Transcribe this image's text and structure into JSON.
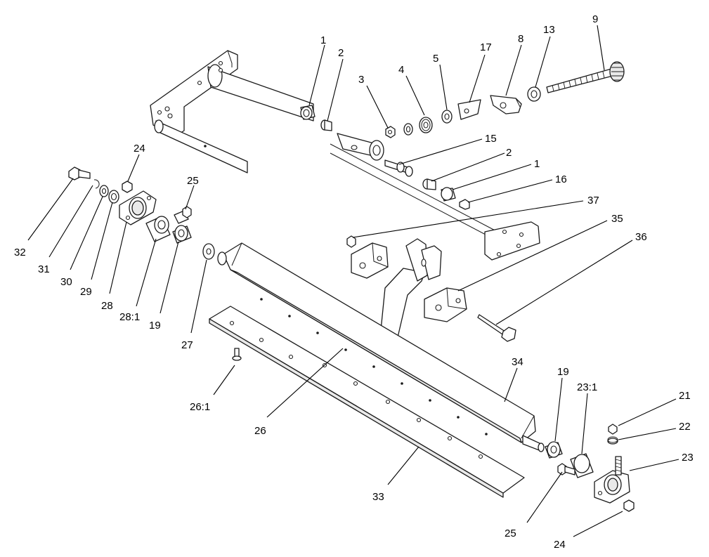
{
  "callouts": [
    {
      "id": "c1a",
      "label": "1"
    },
    {
      "id": "c2a",
      "label": "2"
    },
    {
      "id": "c3",
      "label": "3"
    },
    {
      "id": "c4",
      "label": "4"
    },
    {
      "id": "c5",
      "label": "5"
    },
    {
      "id": "c17",
      "label": "17"
    },
    {
      "id": "c8",
      "label": "8"
    },
    {
      "id": "c13",
      "label": "13"
    },
    {
      "id": "c9",
      "label": "9"
    },
    {
      "id": "c24a",
      "label": "24"
    },
    {
      "id": "c15",
      "label": "15"
    },
    {
      "id": "c2b",
      "label": "2"
    },
    {
      "id": "c1b",
      "label": "1"
    },
    {
      "id": "c16",
      "label": "16"
    },
    {
      "id": "c25a",
      "label": "25"
    },
    {
      "id": "c37",
      "label": "37"
    },
    {
      "id": "c35",
      "label": "35"
    },
    {
      "id": "c36",
      "label": "36"
    },
    {
      "id": "c32",
      "label": "32"
    },
    {
      "id": "c31",
      "label": "31"
    },
    {
      "id": "c30",
      "label": "30"
    },
    {
      "id": "c29",
      "label": "29"
    },
    {
      "id": "c28",
      "label": "28"
    },
    {
      "id": "c28_1",
      "label": "28:1"
    },
    {
      "id": "c19a",
      "label": "19"
    },
    {
      "id": "c27",
      "label": "27"
    },
    {
      "id": "c34",
      "label": "34"
    },
    {
      "id": "c19b",
      "label": "19"
    },
    {
      "id": "c23_1",
      "label": "23:1"
    },
    {
      "id": "c21",
      "label": "21"
    },
    {
      "id": "c22",
      "label": "22"
    },
    {
      "id": "c23",
      "label": "23"
    },
    {
      "id": "c26_1",
      "label": "26:1"
    },
    {
      "id": "c26",
      "label": "26"
    },
    {
      "id": "c33",
      "label": "33"
    },
    {
      "id": "c25b",
      "label": "25"
    },
    {
      "id": "c24b",
      "label": "24"
    }
  ]
}
